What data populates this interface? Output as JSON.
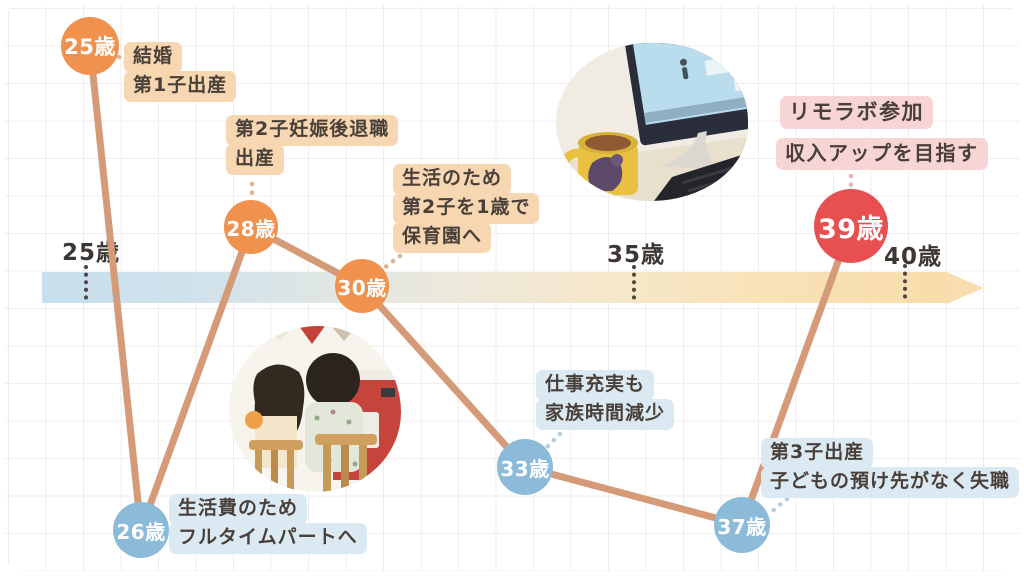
{
  "axis": {
    "tick1": "25歳",
    "tick2": "35歳",
    "tick3": "40歳"
  },
  "nodes": [
    {
      "id": "age-25",
      "label": "25歳",
      "color": "orange"
    },
    {
      "id": "age-28",
      "label": "28歳",
      "color": "orange"
    },
    {
      "id": "age-30",
      "label": "30歳",
      "color": "orange"
    },
    {
      "id": "age-26",
      "label": "26歳",
      "color": "blue"
    },
    {
      "id": "age-33",
      "label": "33歳",
      "color": "blue"
    },
    {
      "id": "age-37",
      "label": "37歳",
      "color": "blue"
    },
    {
      "id": "age-39",
      "label": "39歳",
      "color": "red"
    }
  ],
  "events": [
    {
      "id": "marriage",
      "lines": [
        "結婚",
        "第1子出産"
      ]
    },
    {
      "id": "maternity-retire",
      "lines": [
        "第2子妊娠後退職",
        "出産"
      ]
    },
    {
      "id": "nursery",
      "lines": [
        "生活のため",
        "第2子を1歳で",
        "保育園へ"
      ]
    },
    {
      "id": "fulltime-part",
      "lines": [
        "生活費のため",
        "フルタイムパートへ"
      ]
    },
    {
      "id": "work-family",
      "lines": [
        "仕事充実も",
        "家族時間減少"
      ]
    },
    {
      "id": "third-child",
      "lines": [
        "第3子出産",
        "子どもの預け先がなく失職"
      ]
    },
    {
      "id": "remolab-join",
      "lines": [
        "リモラボ参加"
      ]
    },
    {
      "id": "income-goal",
      "lines": [
        "収入アップを目指す"
      ]
    }
  ],
  "photos": [
    {
      "name": "workspace-photo"
    },
    {
      "name": "children-photo"
    }
  ],
  "colors": {
    "orange_node": "#f0914e",
    "blue_node": "#8cbad9",
    "red_node": "#e84f50",
    "orange_label_bg": "#f7d6b2",
    "blue_label_bg": "#dbe9f3",
    "pink_label_bg": "#f7d5d6",
    "connector_line": "#d59a78",
    "timeline_left": "#c7dfee",
    "timeline_right": "#f9dcab",
    "label_text": "#4a403a"
  }
}
